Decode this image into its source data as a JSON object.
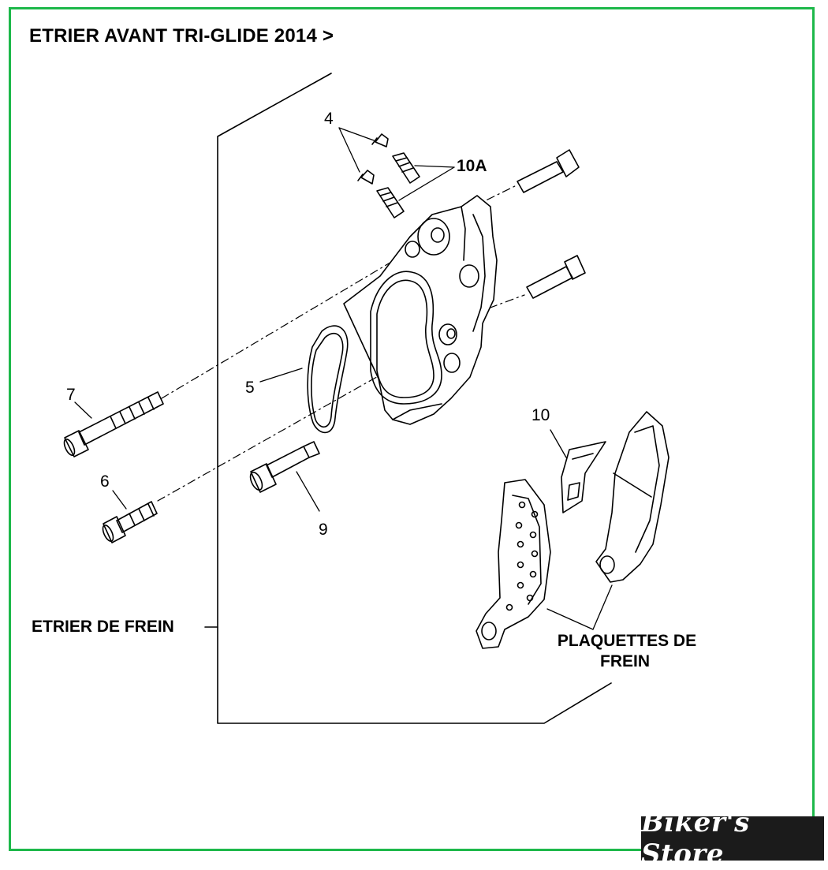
{
  "title": "ETRIER AVANT TRI-GLIDE 2014 >",
  "callouts": {
    "c4": "4",
    "c10a": "10A",
    "c5": "5",
    "c7": "7",
    "c6": "6",
    "c9": "9",
    "c10": "10"
  },
  "sections": {
    "caliper": "ETRIER DE FREIN",
    "pads_line1": "PLAQUETTES DE",
    "pads_line2": "FREIN"
  },
  "logo": "Biker's Store",
  "colors": {
    "frame": "#1db84a",
    "ink": "#000000",
    "logo_bg": "#1b1b1b"
  }
}
